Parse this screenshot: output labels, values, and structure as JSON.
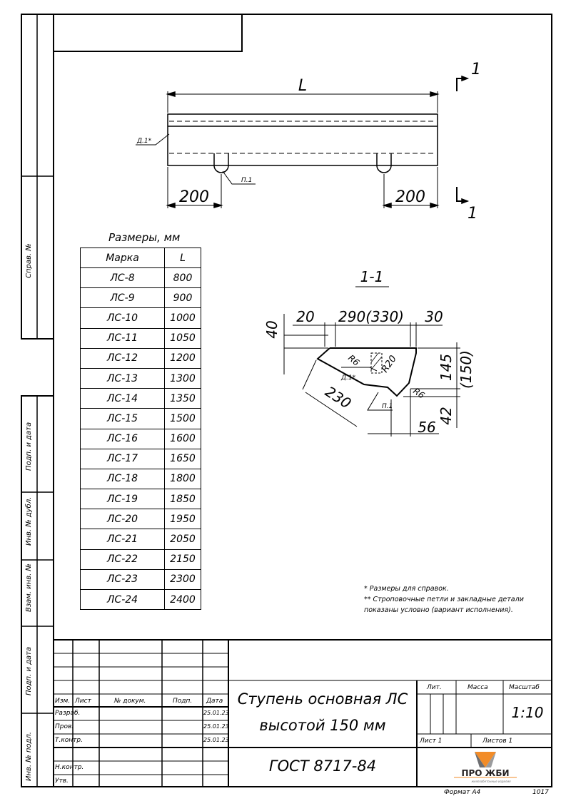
{
  "side_labels": {
    "sprav": "Справ. №",
    "podp_data_1": "Подп. и дата",
    "inv_dubl": "Инв. № дубл.",
    "vzam_inv": "Взам. инв. №",
    "podp_data_2": "Подп. и дата",
    "inv_podl": "Инв. № подл."
  },
  "drawing": {
    "dim_L": "L",
    "dim_left_200": "200",
    "dim_right_200": "200",
    "section_mark_top": "1",
    "section_mark_bottom": "1",
    "label_d1": "Д.1*",
    "label_p1": "П.1"
  },
  "section": {
    "title": "1-1",
    "dim_20": "20",
    "dim_290": "290(330)",
    "dim_30": "30",
    "dim_40": "40",
    "dim_145": "145",
    "dim_150": "(150)",
    "dim_r6_a": "R6",
    "dim_r20": "R20",
    "dim_r6_b": "R6",
    "dim_230": "230",
    "dim_56": "56",
    "dim_42": "42",
    "label_d1": "Д.1*",
    "label_p1": "П.1"
  },
  "sizes_table": {
    "caption": "Размеры, мм",
    "headers": [
      "Марка",
      "L"
    ],
    "rows": [
      [
        "ЛС-8",
        "800"
      ],
      [
        "ЛС-9",
        "900"
      ],
      [
        "ЛС-10",
        "1000"
      ],
      [
        "ЛС-11",
        "1050"
      ],
      [
        "ЛС-12",
        "1200"
      ],
      [
        "ЛС-13",
        "1300"
      ],
      [
        "ЛС-14",
        "1350"
      ],
      [
        "ЛС-15",
        "1500"
      ],
      [
        "ЛС-16",
        "1600"
      ],
      [
        "ЛС-17",
        "1650"
      ],
      [
        "ЛС-18",
        "1800"
      ],
      [
        "ЛС-19",
        "1850"
      ],
      [
        "ЛС-20",
        "1950"
      ],
      [
        "ЛС-21",
        "2050"
      ],
      [
        "ЛС-22",
        "2150"
      ],
      [
        "ЛС-23",
        "2300"
      ],
      [
        "ЛС-24",
        "2400"
      ]
    ]
  },
  "notes": {
    "line1": "* Размеры для справок.",
    "line2": "** Строповочные петли и закладные детали",
    "line3": "показаны условно (вариант исполнения)."
  },
  "title_block": {
    "col_headers": [
      "Изм.",
      "Лист",
      "№ докум.",
      "Подп.",
      "Дата"
    ],
    "roles": [
      {
        "role": "Разраб.",
        "date": "25.01.23"
      },
      {
        "role": "Пров.",
        "date": "25.01.23"
      },
      {
        "role": "Т.контр.",
        "date": "25.01.23"
      },
      {
        "role": "",
        "date": ""
      },
      {
        "role": "Н.контр.",
        "date": ""
      },
      {
        "role": "Утв.",
        "date": ""
      }
    ],
    "title_line1": "Ступень основная ЛС",
    "title_line2": "высотой 150 мм",
    "standard": "ГОСТ 8717-84",
    "lit_label": "Лит.",
    "mass_label": "Масса",
    "scale_label": "Масштаб",
    "scale_value": "1:10",
    "sheet_label": "Лист 1",
    "sheets_label": "Листов 1",
    "logo_text": "ПРО ЖБИ",
    "logo_sub": "железобетонные изделия",
    "logo_colors": {
      "orange": "#f28c28",
      "gray": "#6d6e71"
    }
  },
  "footer": {
    "format": "Формат А4",
    "code": "1017"
  }
}
